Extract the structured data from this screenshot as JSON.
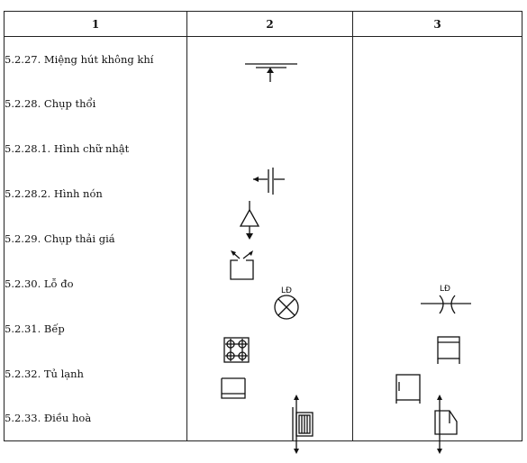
{
  "header": {
    "col1": "1",
    "col2": "2",
    "col3": "3"
  },
  "rows": [
    {
      "label": "5.2.27. Miệng hút không khí",
      "symbol2": "air-intake-symbol"
    },
    {
      "label": "5.2.28. Chụp thổi",
      "symbol2": ""
    },
    {
      "label": "5.2.28.1. Hình chữ nhật",
      "symbol2": ""
    },
    {
      "label": "5.2.28.2. Hình nón",
      "symbol2": "rectangular-hood-symbol"
    },
    {
      "label": "5.2.29. Chụp thải giá",
      "symbol2": "cone-hood-symbol"
    },
    {
      "label": "5.2.30. Lỗ đo",
      "symbol2": "exhaust-hood-symbol"
    },
    {
      "label": "5.2.31. Bếp",
      "symbol2": "measuring-hole-symbol"
    },
    {
      "label": "5.2.32. Tủ lạnh",
      "symbol2": "stove-symbol"
    },
    {
      "label": "5.2.33. Điều hoà",
      "symbol2": "refrigerator-symbol"
    }
  ],
  "symbol_text": {
    "measuring_hole_2": "LĐ",
    "measuring_hole_3": "LĐ"
  },
  "colors": {
    "ink": "#111111",
    "paper": "#ffffff"
  }
}
